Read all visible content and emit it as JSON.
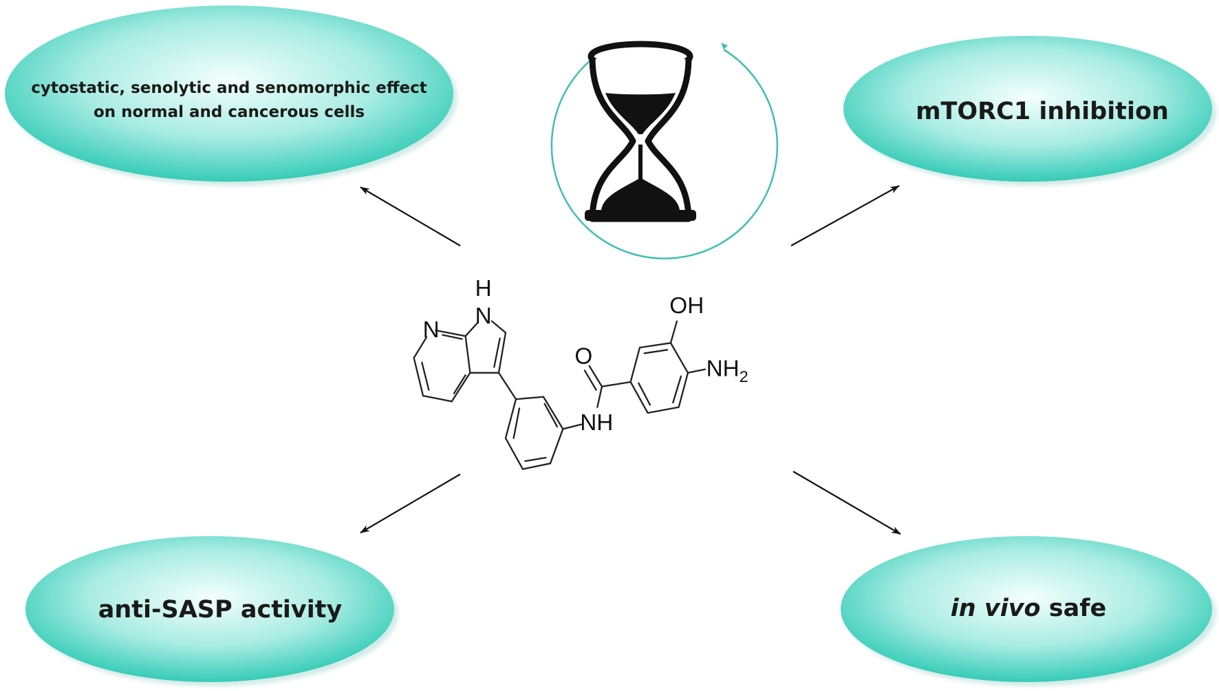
{
  "effects": [
    {
      "line1": "cytostatic, senolytic and senomorphic effect",
      "line2": "on normal and cancerous cells"
    },
    {
      "text": "mTORC1 inhibition"
    },
    {
      "text": "anti-SASP activity"
    },
    {
      "italic": "in vivo",
      "text": " safe"
    }
  ],
  "molecule": {
    "atoms": {
      "n_pyridine": "N",
      "n_pyrrole": "N",
      "h_pyrrole": "H",
      "oxygen": "O",
      "amide": "NH",
      "hydroxyl": "OH",
      "amine": "NH",
      "amine_sub": "2"
    }
  },
  "icons": {
    "center": "hourglass-icon"
  },
  "colors": {
    "ellipse_edge": "#2cc9b4",
    "ellipse_center": "#f4fffd",
    "circle": "#3fbfb0"
  }
}
